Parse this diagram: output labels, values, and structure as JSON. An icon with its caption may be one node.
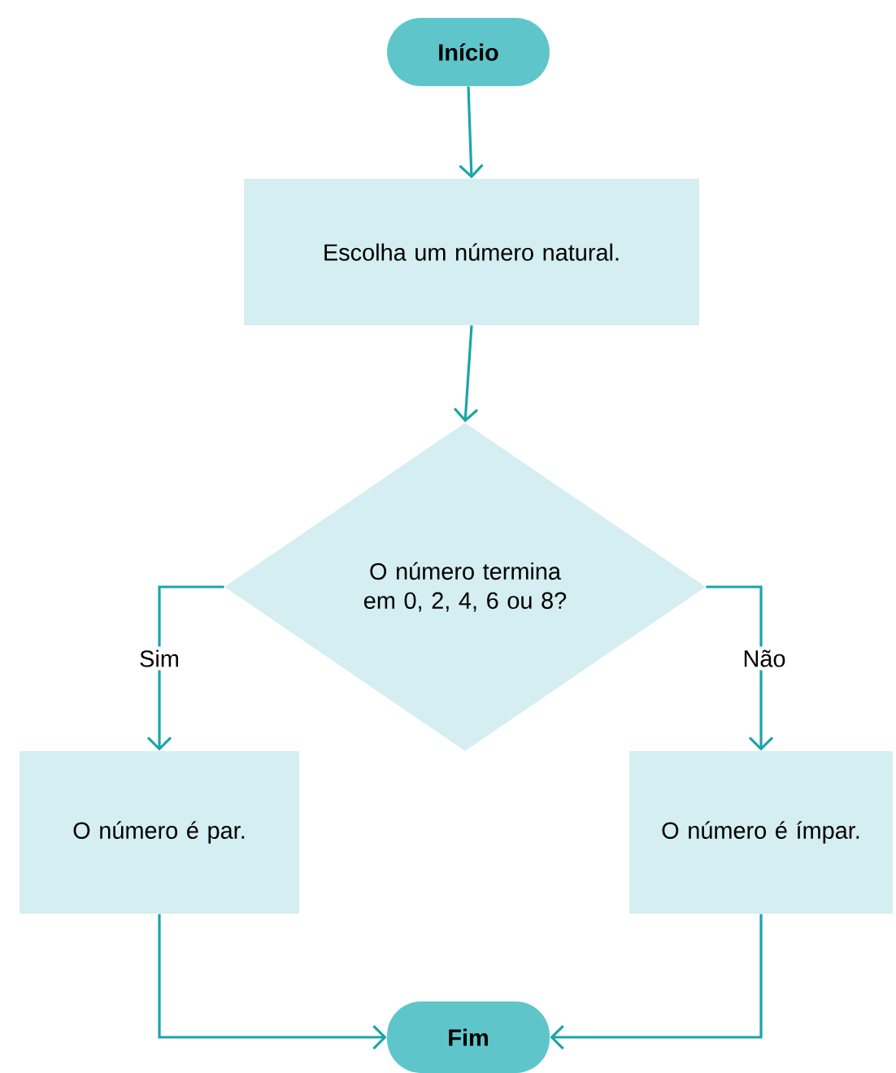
{
  "diagram": {
    "nodes": [
      {
        "text": [
          "Início"
        ]
      },
      {
        "text": [
          "Escolha um número natural."
        ]
      },
      {
        "text": [
          "O número termina em 0, 2, 4, 6 ou 8?"
        ]
      },
      {
        "text": [
          "O número é par."
        ]
      },
      {
        "text": [
          "O número é ímpar."
        ]
      },
      {
        "text": [
          "Fim"
        ]
      }
    ],
    "edges": [
      {
        "from": 0,
        "to": 1,
        "arrow": "to"
      },
      {
        "from": 1,
        "to": 2,
        "arrow": "to"
      },
      {
        "from": 2,
        "to": 3,
        "arrow": "to",
        "label": "Sim"
      },
      {
        "from": 2,
        "to": 4,
        "arrow": "to",
        "label": "Não"
      },
      {
        "from": 3,
        "to": 5,
        "arrow": "to"
      },
      {
        "from": 4,
        "to": 5,
        "arrow": "to"
      }
    ]
  }
}
